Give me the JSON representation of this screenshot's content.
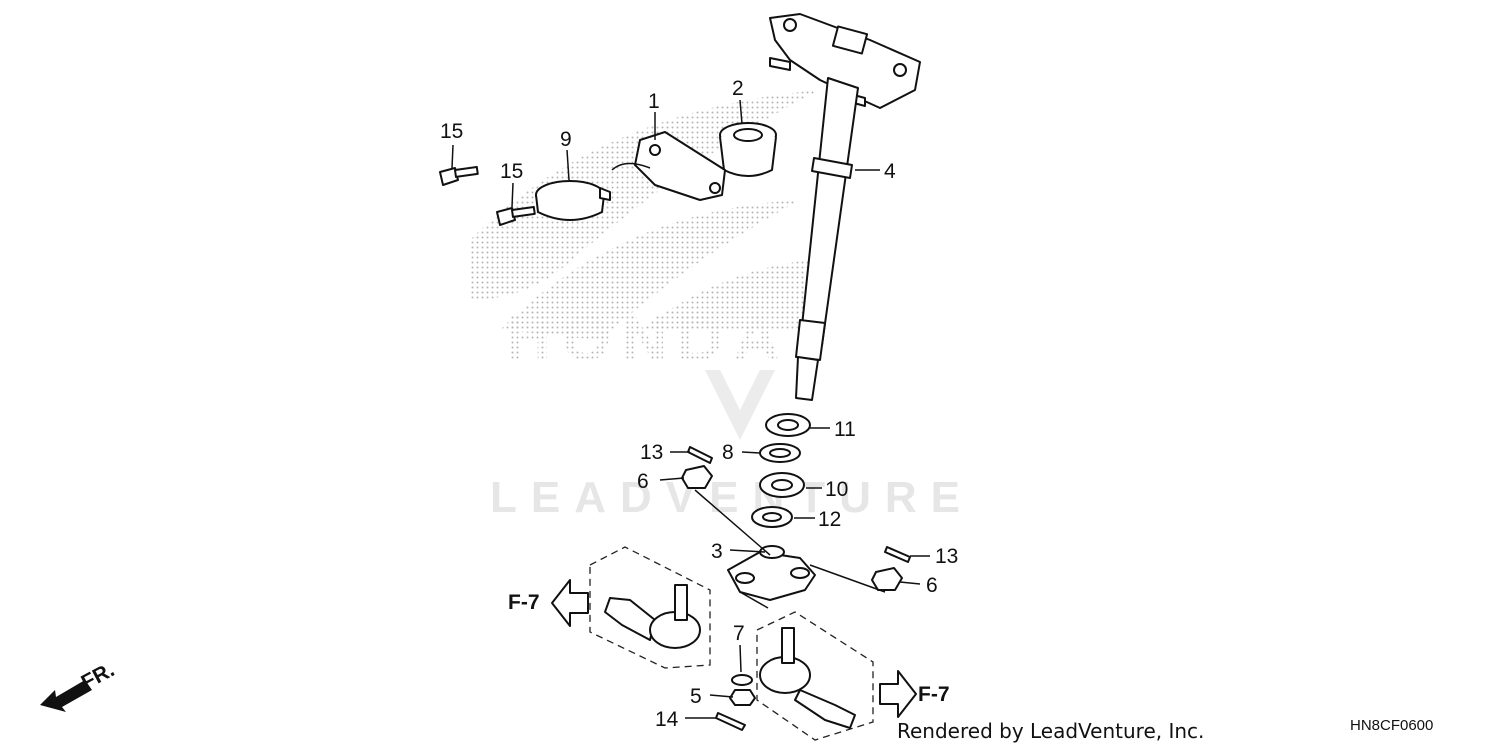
{
  "diagram": {
    "watermarks": {
      "brand": "HONDA",
      "dealer": "LEADVENTURE"
    },
    "callouts": [
      {
        "id": "p1",
        "label": "1"
      },
      {
        "id": "p2",
        "label": "2"
      },
      {
        "id": "p3",
        "label": "3"
      },
      {
        "id": "p4",
        "label": "4"
      },
      {
        "id": "p5",
        "label": "5"
      },
      {
        "id": "p6a",
        "label": "6"
      },
      {
        "id": "p6b",
        "label": "6"
      },
      {
        "id": "p7",
        "label": "7"
      },
      {
        "id": "p8",
        "label": "8"
      },
      {
        "id": "p9",
        "label": "9"
      },
      {
        "id": "p10",
        "label": "10"
      },
      {
        "id": "p11",
        "label": "11"
      },
      {
        "id": "p12",
        "label": "12"
      },
      {
        "id": "p13a",
        "label": "13"
      },
      {
        "id": "p13b",
        "label": "13"
      },
      {
        "id": "p14",
        "label": "14"
      },
      {
        "id": "p15a",
        "label": "15"
      },
      {
        "id": "p15b",
        "label": "15"
      }
    ],
    "references": {
      "left": "F-7",
      "right": "F-7"
    },
    "front_indicator": "FR.",
    "credit": "Rendered by LeadVenture, Inc.",
    "diagram_code": "HN8CF0600"
  }
}
